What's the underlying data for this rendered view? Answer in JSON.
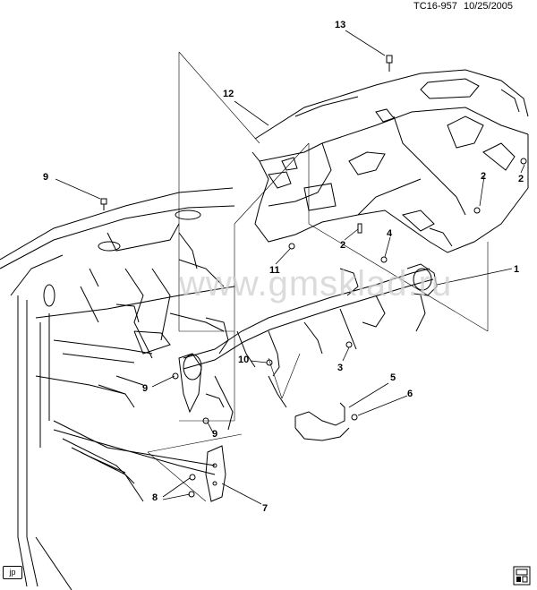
{
  "header": {
    "code": "TC16-957",
    "date": "10/25/2005"
  },
  "watermark": "www.gmsklad.ru",
  "callouts": [
    "1",
    "2",
    "2",
    "2",
    "3",
    "4",
    "5",
    "6",
    "7",
    "8",
    "9",
    "9",
    "9",
    "10",
    "11",
    "12",
    "13"
  ],
  "footer": {
    "left_badge": "jp"
  }
}
